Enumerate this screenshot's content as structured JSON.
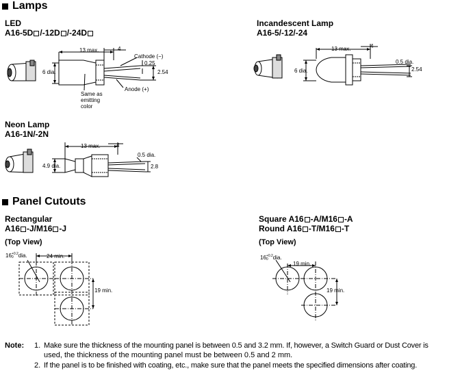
{
  "sections": {
    "lamps": "Lamps",
    "cutouts": "Panel Cutouts"
  },
  "led": {
    "title": "LED",
    "model": [
      "A16-5D",
      "/-12D",
      "/-24D"
    ],
    "dim_length": "13 max.",
    "dim_flange": "4",
    "dim_dia": "6 dia.",
    "cathode": "Cathode (−)",
    "lead": "0.25",
    "pitch": "2.54",
    "anode": "Anode (+)",
    "same_color": [
      "Same as",
      "emitting",
      "color"
    ]
  },
  "incandescent": {
    "title": "Incandescent Lamp",
    "model": "A16-5/-12/-24",
    "dim_length": "13 max.",
    "dim_flange": "4",
    "dim_dia": "6 dia.",
    "lead": "0.5 dia.",
    "pitch": "2.54"
  },
  "neon": {
    "title": "Neon Lamp",
    "model": "A16-1N/-2N",
    "dim_length": "13 max.",
    "dim_flange": "4",
    "dim_dia": "4.9 dia.",
    "lead": "0.5 dia.",
    "pitch": "2.8"
  },
  "rect": {
    "title": "Rectangular",
    "model": [
      "A16",
      "-J/M16",
      "-J"
    ],
    "view": "(Top View)",
    "hole_dia": "16",
    "tol_up": "+0.2",
    "tol_low": "0",
    "dia_suffix": "dia.",
    "spacing_h": "24 min.",
    "spacing_v": "19 min."
  },
  "round": {
    "title_line1": [
      "Square A16",
      "-A/M16",
      "-A"
    ],
    "title_line2": [
      "Round A16",
      "-T/M16",
      "-T"
    ],
    "view": "(Top View)",
    "hole_dia": "16",
    "tol_up": "+0.2",
    "tol_low": "0",
    "dia_suffix": "dia.",
    "spacing_h": "19 min.",
    "spacing_v": "19 min."
  },
  "notes": {
    "label": "Note:",
    "items": [
      {
        "num": "1.",
        "line1": "Make sure the thickness of the mounting panel is between 0.5 and 3.2 mm. If, however, a Switch Guard or Dust Cover is",
        "line2": "used, the thickness of the mounting panel must be between 0.5 and 2 mm."
      },
      {
        "num": "2.",
        "line1": "If the panel is to be finished with coating, etc., make sure that the panel meets the specified dimensions after coating."
      }
    ]
  }
}
